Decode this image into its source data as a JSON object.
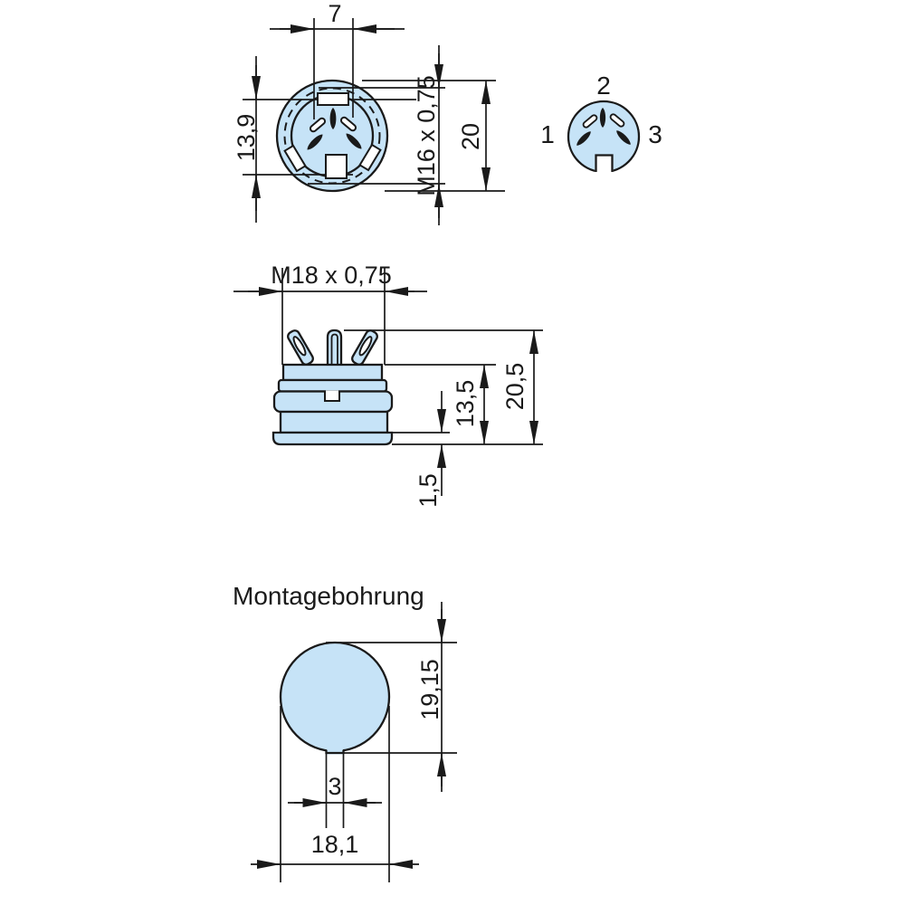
{
  "drawing": {
    "front_view": {
      "dim_pin_spacing": "7",
      "dim_inner": "13,9",
      "thread": "M16 x 0,75",
      "dim_outer": "20"
    },
    "pin_view": {
      "pin1": "1",
      "pin2": "2",
      "pin3": "3"
    },
    "side_view": {
      "thread": "M18 x 0,75",
      "dim_body_height": "13,5",
      "dim_total_height": "20,5",
      "dim_flange_thickness": "1,5"
    },
    "mounting_view": {
      "title": "Montagebohrung",
      "dim_hole_height": "19,15",
      "dim_notch_width": "3",
      "dim_hole_diameter": "18,1"
    },
    "colors": {
      "part_fill": "#c6e3f7",
      "line": "#1a1a1a",
      "background": "#ffffff"
    }
  }
}
